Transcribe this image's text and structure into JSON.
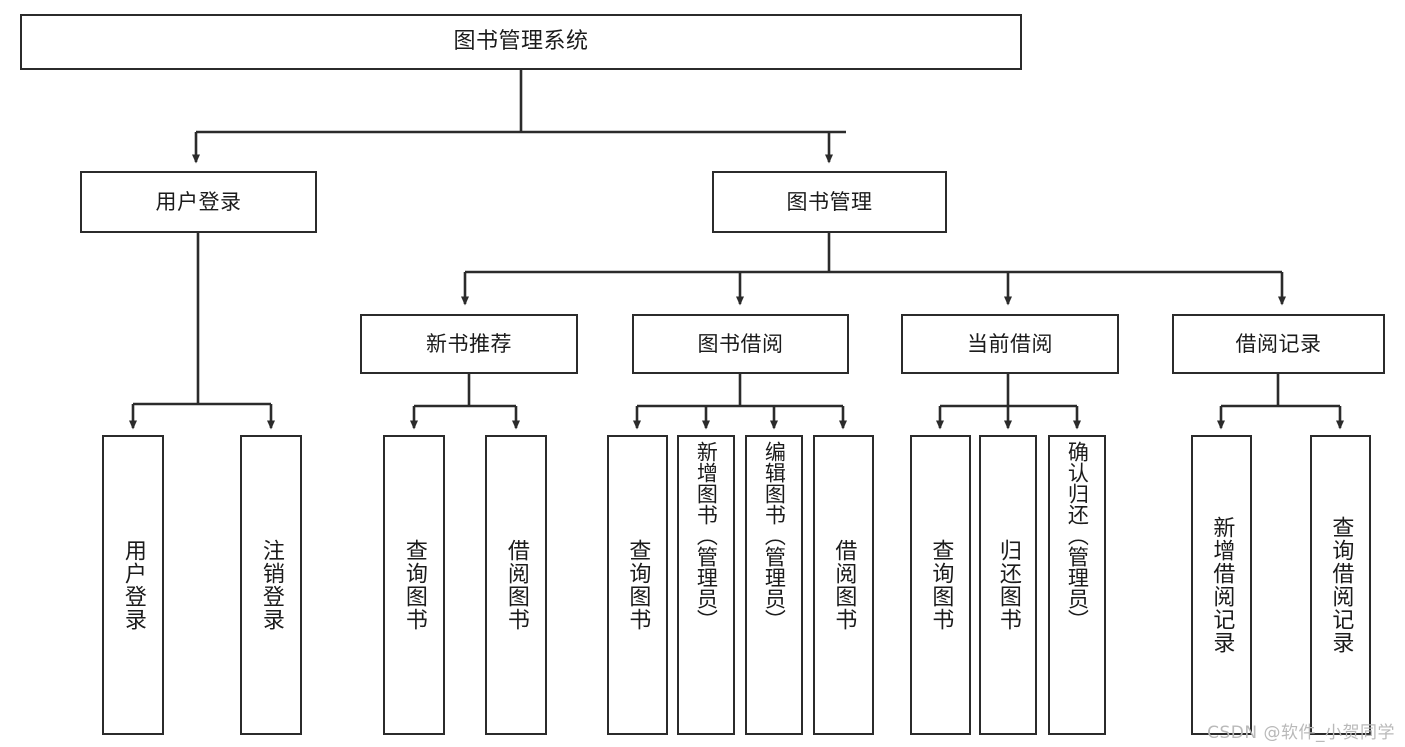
{
  "diagram": {
    "title": "图书管理系统",
    "type": "tree",
    "watermark": "CSDN @软件_小贺同学",
    "colors": {
      "stroke": "#2b2b2b",
      "fill": "#ffffff",
      "text": "#1b1b1b",
      "watermark": "#b9b9b9"
    },
    "nodes": {
      "root": "图书管理系统",
      "level2": {
        "user_login": "用户登录",
        "book_manage": "图书管理"
      },
      "level3": {
        "new_book_rec": "新书推荐",
        "book_borrow": "图书借阅",
        "current_borrow": "当前借阅",
        "borrow_record": "借阅记录"
      },
      "leaves": {
        "user_login_1": "用户登录",
        "user_login_2": "注销登录",
        "new_book_rec_1": "查询图书",
        "new_book_rec_2": "借阅图书",
        "book_borrow_1": "查询图书",
        "book_borrow_2": "新增图书（管理员）",
        "book_borrow_3": "编辑图书（管理员）",
        "book_borrow_4": "借阅图书",
        "current_borrow_1": "查询图书",
        "current_borrow_2": "归还图书",
        "current_borrow_3": "确认归还（管理员）",
        "borrow_record_1": "新增借阅记录",
        "borrow_record_2": "查询借阅记录"
      }
    },
    "edges": [
      {
        "from": "root",
        "to": "user_login"
      },
      {
        "from": "root",
        "to": "book_manage"
      },
      {
        "from": "user_login",
        "to": "user_login_1"
      },
      {
        "from": "user_login",
        "to": "user_login_2"
      },
      {
        "from": "book_manage",
        "to": "new_book_rec"
      },
      {
        "from": "book_manage",
        "to": "book_borrow"
      },
      {
        "from": "book_manage",
        "to": "current_borrow"
      },
      {
        "from": "book_manage",
        "to": "borrow_record"
      },
      {
        "from": "new_book_rec",
        "to": "new_book_rec_1"
      },
      {
        "from": "new_book_rec",
        "to": "new_book_rec_2"
      },
      {
        "from": "book_borrow",
        "to": "book_borrow_1"
      },
      {
        "from": "book_borrow",
        "to": "book_borrow_2"
      },
      {
        "from": "book_borrow",
        "to": "book_borrow_3"
      },
      {
        "from": "book_borrow",
        "to": "book_borrow_4"
      },
      {
        "from": "current_borrow",
        "to": "current_borrow_1"
      },
      {
        "from": "current_borrow",
        "to": "current_borrow_2"
      },
      {
        "from": "current_borrow",
        "to": "current_borrow_3"
      },
      {
        "from": "borrow_record",
        "to": "borrow_record_1"
      },
      {
        "from": "borrow_record",
        "to": "borrow_record_2"
      }
    ]
  }
}
